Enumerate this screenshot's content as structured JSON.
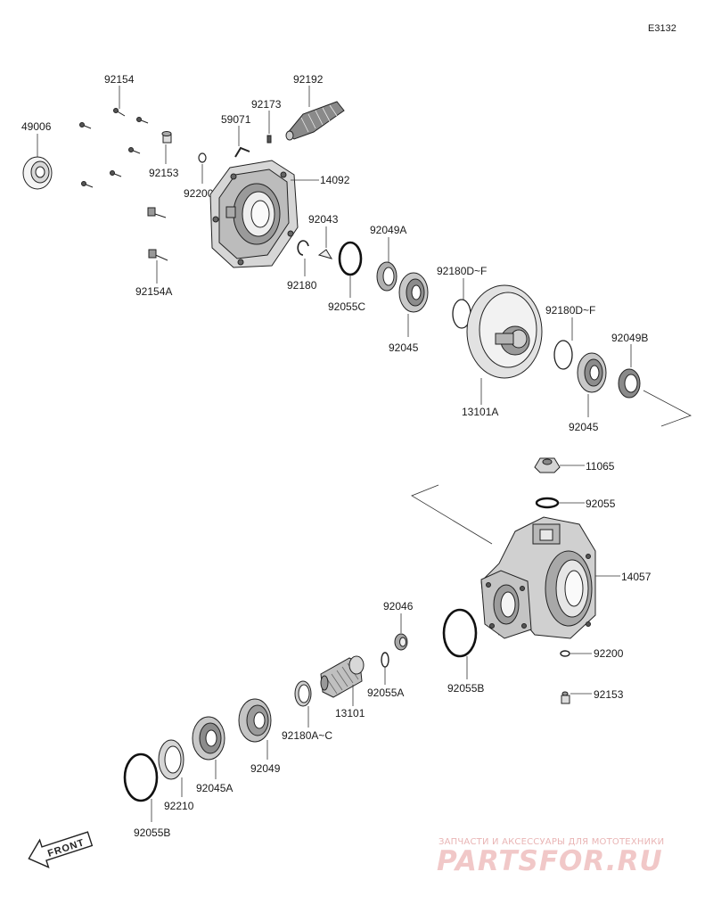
{
  "diagram_code": "E3132",
  "front_label": "FRONT",
  "watermark": {
    "tagline": "ЗАПЧАСТИ И АКСЕССУАРЫ ДЛЯ МОТОТЕХНИКИ",
    "brand": "PARTSFOR.RU",
    "color": "#e9a8a8"
  },
  "parts": {
    "p49006": "49006",
    "p92154": "92154",
    "p92153": "92153",
    "p92200": "92200",
    "p59071": "59071",
    "p92173": "92173",
    "p92192": "92192",
    "p14092": "14092",
    "p92154A": "92154A",
    "p92043": "92043",
    "p92049A": "92049A",
    "p92180": "92180",
    "p92055C": "92055C",
    "p92045_top": "92045",
    "p92180DF_1": "92180D~F",
    "p13101A": "13101A",
    "p92180DF_2": "92180D~F",
    "p92049B": "92049B",
    "p92045_right": "92045",
    "p11065": "11065",
    "p92055": "92055",
    "p14057": "14057",
    "p92046": "92046",
    "p92200_b": "92200",
    "p92153_b": "92153",
    "p92055A": "92055A",
    "p92055B_mid": "92055B",
    "p13101": "13101",
    "p92180AC": "92180A~C",
    "p92049": "92049",
    "p92045A": "92045A",
    "p92210": "92210",
    "p92055B_bottom": "92055B"
  }
}
